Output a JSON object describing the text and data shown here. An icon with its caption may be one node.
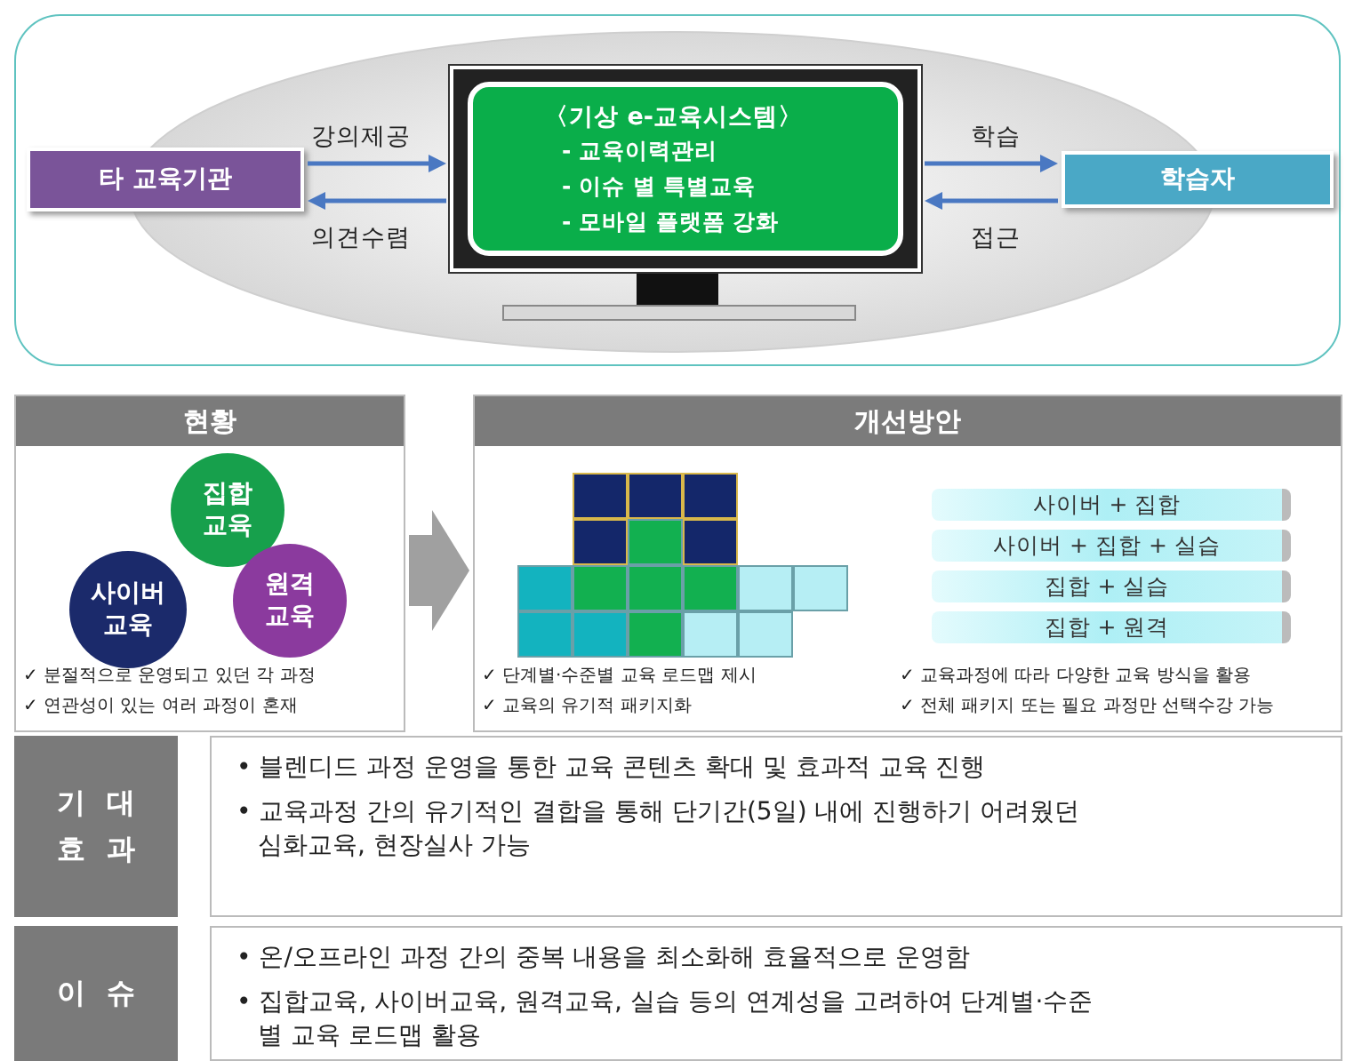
{
  "diagram": {
    "nodes": [
      {
        "text": [
          "타 교육기관"
        ]
      },
      {
        "text": [
          "〈기상 e-교육시스템〉",
          "- 교육이력관리",
          "- 이슈 별 특별교육",
          "- 모바일 플랫폼 강화"
        ]
      },
      {
        "text": [
          "학습자"
        ]
      },
      {
        "text": [
          "현황",
          "✓ 분절적으로 운영되고 있던 각 과정",
          "✓ 연관성이 있는 여러 과정이 혼재"
        ]
      },
      {
        "text": [
          "집합 교육"
        ],
        "in": 3
      },
      {
        "text": [
          "사이버 교육"
        ],
        "in": 3
      },
      {
        "text": [
          "원격 교육"
        ],
        "in": 3
      },
      {
        "text": [
          "개선방안",
          "✓ 단계별·수준별 교육 로드맵 제시",
          "✓ 교육의 유기적 패키지화",
          "✓ 교육과정에 따라 다양한 교육 방식을 활용",
          "✓ 전체 패키지 또는 필요 과정만 선택수강 가능"
        ]
      },
      {
        "text": [
          "사이버 + 집합"
        ],
        "in": 7
      },
      {
        "text": [
          "사이버 + 집합 + 실습"
        ],
        "in": 7
      },
      {
        "text": [
          "집합 + 실습"
        ],
        "in": 7
      },
      {
        "text": [
          "집합 + 원격"
        ],
        "in": 7
      },
      {
        "text": [
          "기 대 효 과"
        ]
      },
      {
        "text": [
          "• 블렌디드 과정 운영을 통한 교육 콘텐츠 확대 및 효과적 교육 진행",
          "• 교육과정 간의 유기적인 결합을 통해 단기간(5일) 내에 진행하기 어려웠던 심화교육, 현장실사 가능"
        ]
      },
      {
        "text": [
          "이 슈"
        ]
      },
      {
        "text": [
          "• 온/오프라인 과정 간의 중복 내용을 최소화해 효율적으로 운영함",
          "• 집합교육, 사이버교육, 원격교육, 실습 등의 연계성을 고려하여 단계별·수준별 교육 로드맵 활용"
        ]
      }
    ],
    "edges": [
      {
        "from": 0,
        "to": 1,
        "arrow": "to",
        "label": "강의제공"
      },
      {
        "from": 1,
        "to": 0,
        "arrow": "to",
        "label": "의견수렴"
      },
      {
        "from": 1,
        "to": 2,
        "arrow": "to",
        "label": "학습"
      },
      {
        "from": 2,
        "to": 1,
        "arrow": "to",
        "label": "접근"
      },
      {
        "from": 3,
        "to": 7,
        "arrow": "to",
        "style": "thick",
        "color": "#a0a0a0"
      }
    ]
  }
}
